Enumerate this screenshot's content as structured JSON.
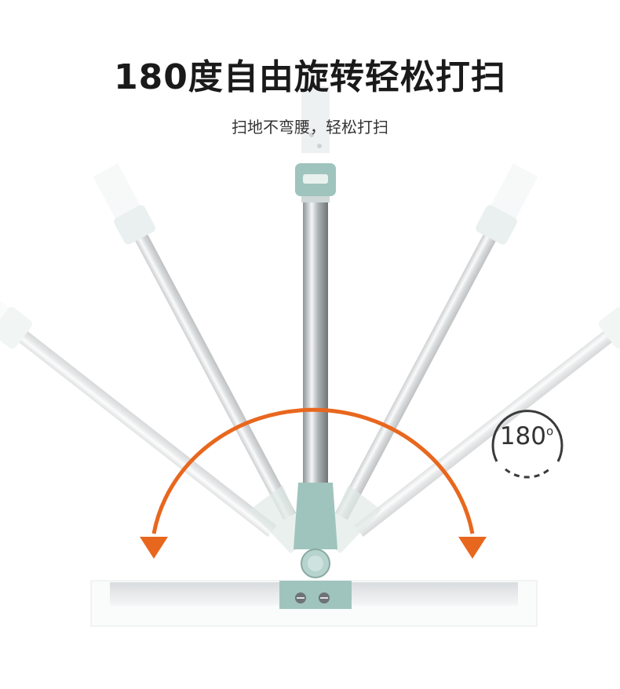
{
  "headline": "180度自由旋转轻松打扫",
  "subline": "扫地不弯腰，轻松打扫",
  "badge": {
    "value": "180",
    "unit": "o"
  },
  "colors": {
    "arrow": "#e8671e",
    "rod": "#b8bcbf",
    "joint": "#9fc4bd",
    "blade": "#e4e6e7"
  }
}
